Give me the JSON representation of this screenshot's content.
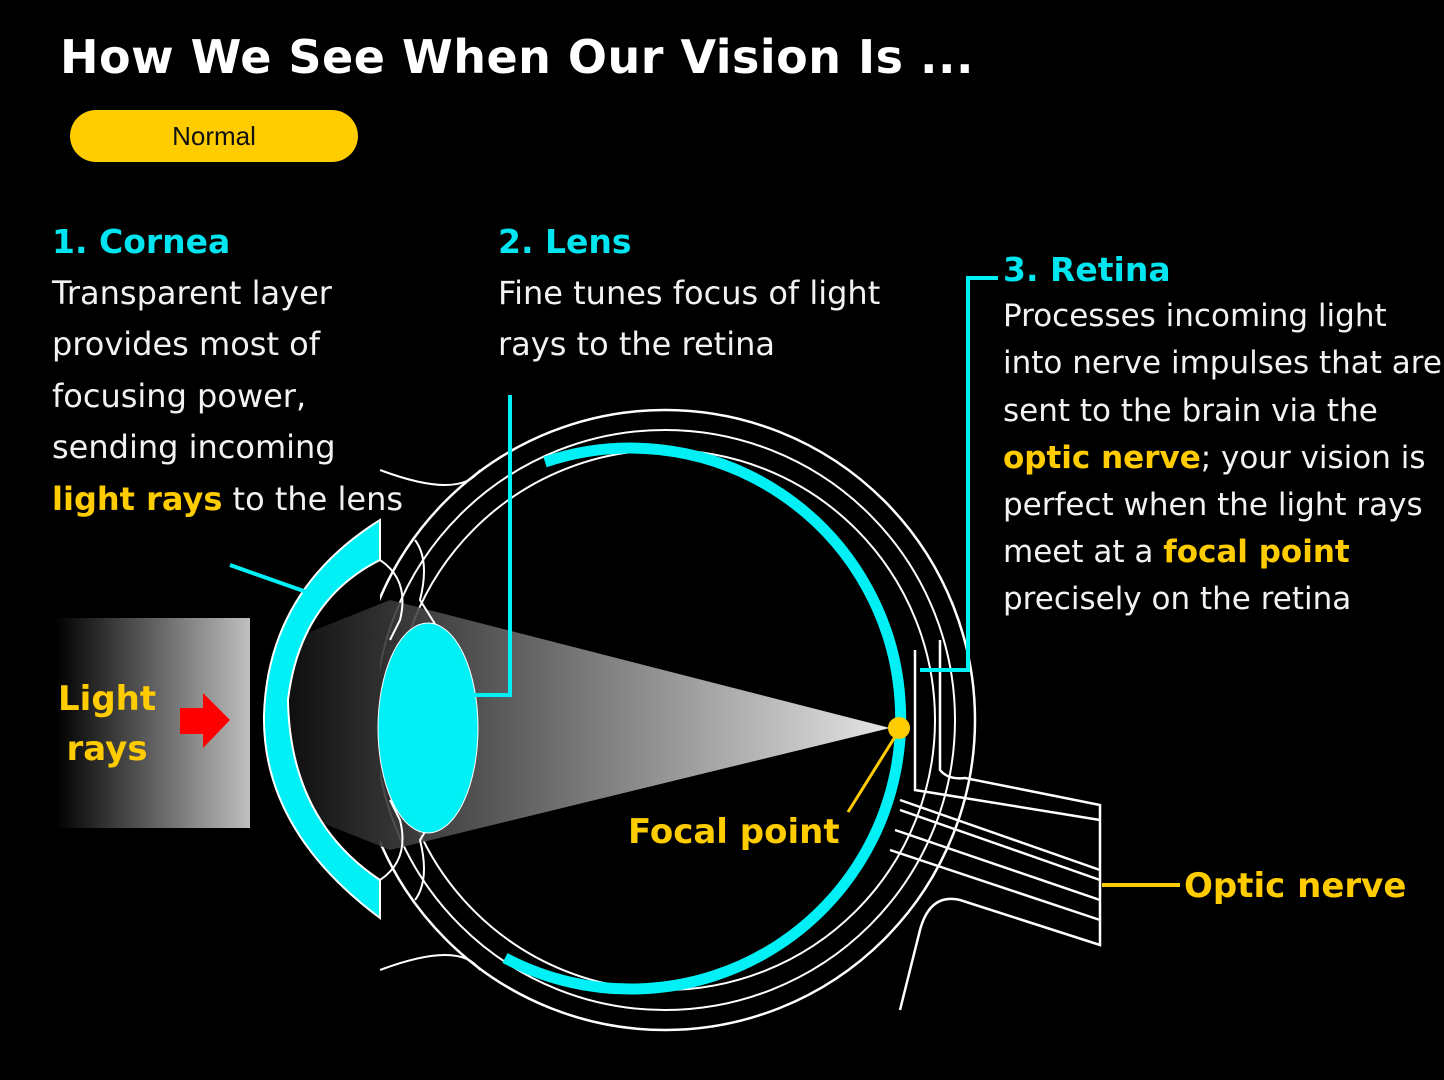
{
  "title": "How We See When Our Vision Is ...",
  "vision_state": {
    "selected": "Normal",
    "accent_color": "#ffcc00"
  },
  "colors": {
    "cyan": "#00f0f5",
    "yellow": "#ffcc00",
    "arrow_red": "#ff0000",
    "background": "#000000"
  },
  "cornea": {
    "heading": "1. Cornea",
    "text_1": "Transparent layer provides most of focusing power, sending incoming",
    "highlight": "light rays",
    "text_2": "to the lens"
  },
  "lens": {
    "heading": "2. Lens",
    "text": "Fine tunes focus of light rays to the retina"
  },
  "retina": {
    "heading": "3. Retina",
    "text_1": "Processes incoming light into nerve impulses that are sent to the brain via the",
    "highlight_1": "optic nerve",
    "text_2": "; your vision is perfect when the light rays meet at a",
    "highlight_2": "focal point",
    "text_3": "precisely on the retina"
  },
  "labels": {
    "light_rays_1": "Light",
    "light_rays_2": "rays",
    "focal_point": "Focal point",
    "optic_nerve": "Optic nerve"
  },
  "icons": {
    "arrow": "arrow-right-icon"
  }
}
